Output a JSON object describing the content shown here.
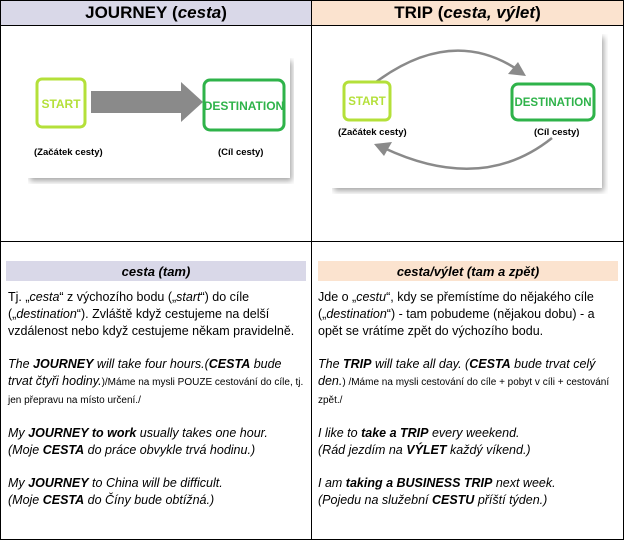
{
  "left": {
    "header_word": "JOURNEY",
    "header_paren": "cesta",
    "diagram": {
      "start": "START",
      "destination": "DESTINATION",
      "start_caption": "(Začátek cesty)",
      "dest_caption": "(Cíl cesty)"
    },
    "subheader": "cesta (tam)",
    "def_a": "Tj. „",
    "def_b": "cesta",
    "def_c": "“ z výchozího bodu („",
    "def_d": "start",
    "def_e": "“) do cíle („",
    "def_f": "destination",
    "def_g": "“). Zvláště když cestujeme na delší vzdálenost nebo když cestujeme někam pravidelně.",
    "ex1_a": "The ",
    "ex1_b": "JOURNEY",
    "ex1_c": " will take four hours.(",
    "ex1_d": "CESTA",
    "ex1_e": " bude trvat čtyři hodiny.",
    "ex1_note": ")/Máme na mysli POUZE cestování do cíle, tj. jen přepravu na místo určení./",
    "ex2_a": "My ",
    "ex2_b": "JOURNEY to work",
    "ex2_c": " usually takes one hour.",
    "ex2_d": "(Moje ",
    "ex2_e": "CESTA",
    "ex2_f": " do práce obvykle trvá hodinu.)",
    "ex3_a": "My ",
    "ex3_b": "JOURNEY",
    "ex3_c": " to China will be difficult.",
    "ex3_d": "(Moje ",
    "ex3_e": "CESTA",
    "ex3_f": " do Číny bude obtížná.)"
  },
  "right": {
    "header_word": "TRIP",
    "header_paren": "cesta, výlet",
    "diagram": {
      "start": "START",
      "destination": "DESTINATION",
      "start_caption": "(Začátek cesty)",
      "dest_caption": "(Cíl cesty)"
    },
    "subheader": "cesta/výlet (tam a zpět)",
    "def_a": "Jde o „",
    "def_b": "cestu",
    "def_c": "“, kdy se přemístíme do nějakého cíle („",
    "def_d": "destination",
    "def_e": "“) - tam pobudeme (nějakou dobu) - a opět se vrátíme zpět do výchozího bodu.",
    "ex1_a": "The ",
    "ex1_b": "TRIP",
    "ex1_c": " will take all day. (",
    "ex1_d": "CESTA",
    "ex1_e": " bude trvat celý den.",
    "ex1_note": ") /Máme na mysli cestování do cíle + pobyt v cíli + cestování zpět./",
    "ex2_a": "I like to ",
    "ex2_b": "take a TRIP",
    "ex2_c": " every weekend.",
    "ex2_d": "(Rád jezdím na ",
    "ex2_e": "VÝLET",
    "ex2_f": " každý víkend.)",
    "ex3_a": "I am ",
    "ex3_b": "taking a BUSINESS TRIP",
    "ex3_c": " next week.",
    "ex3_d": "(Pojedu na služební ",
    "ex3_e": "CESTU",
    "ex3_f": " příští týden.)"
  },
  "colors": {
    "left_header_bg": "#d9d8e8",
    "right_header_bg": "#fbe3cf",
    "start_green": "#b4e03a",
    "dest_green": "#2fb34a",
    "arrow_gray": "#8a8a8a"
  }
}
